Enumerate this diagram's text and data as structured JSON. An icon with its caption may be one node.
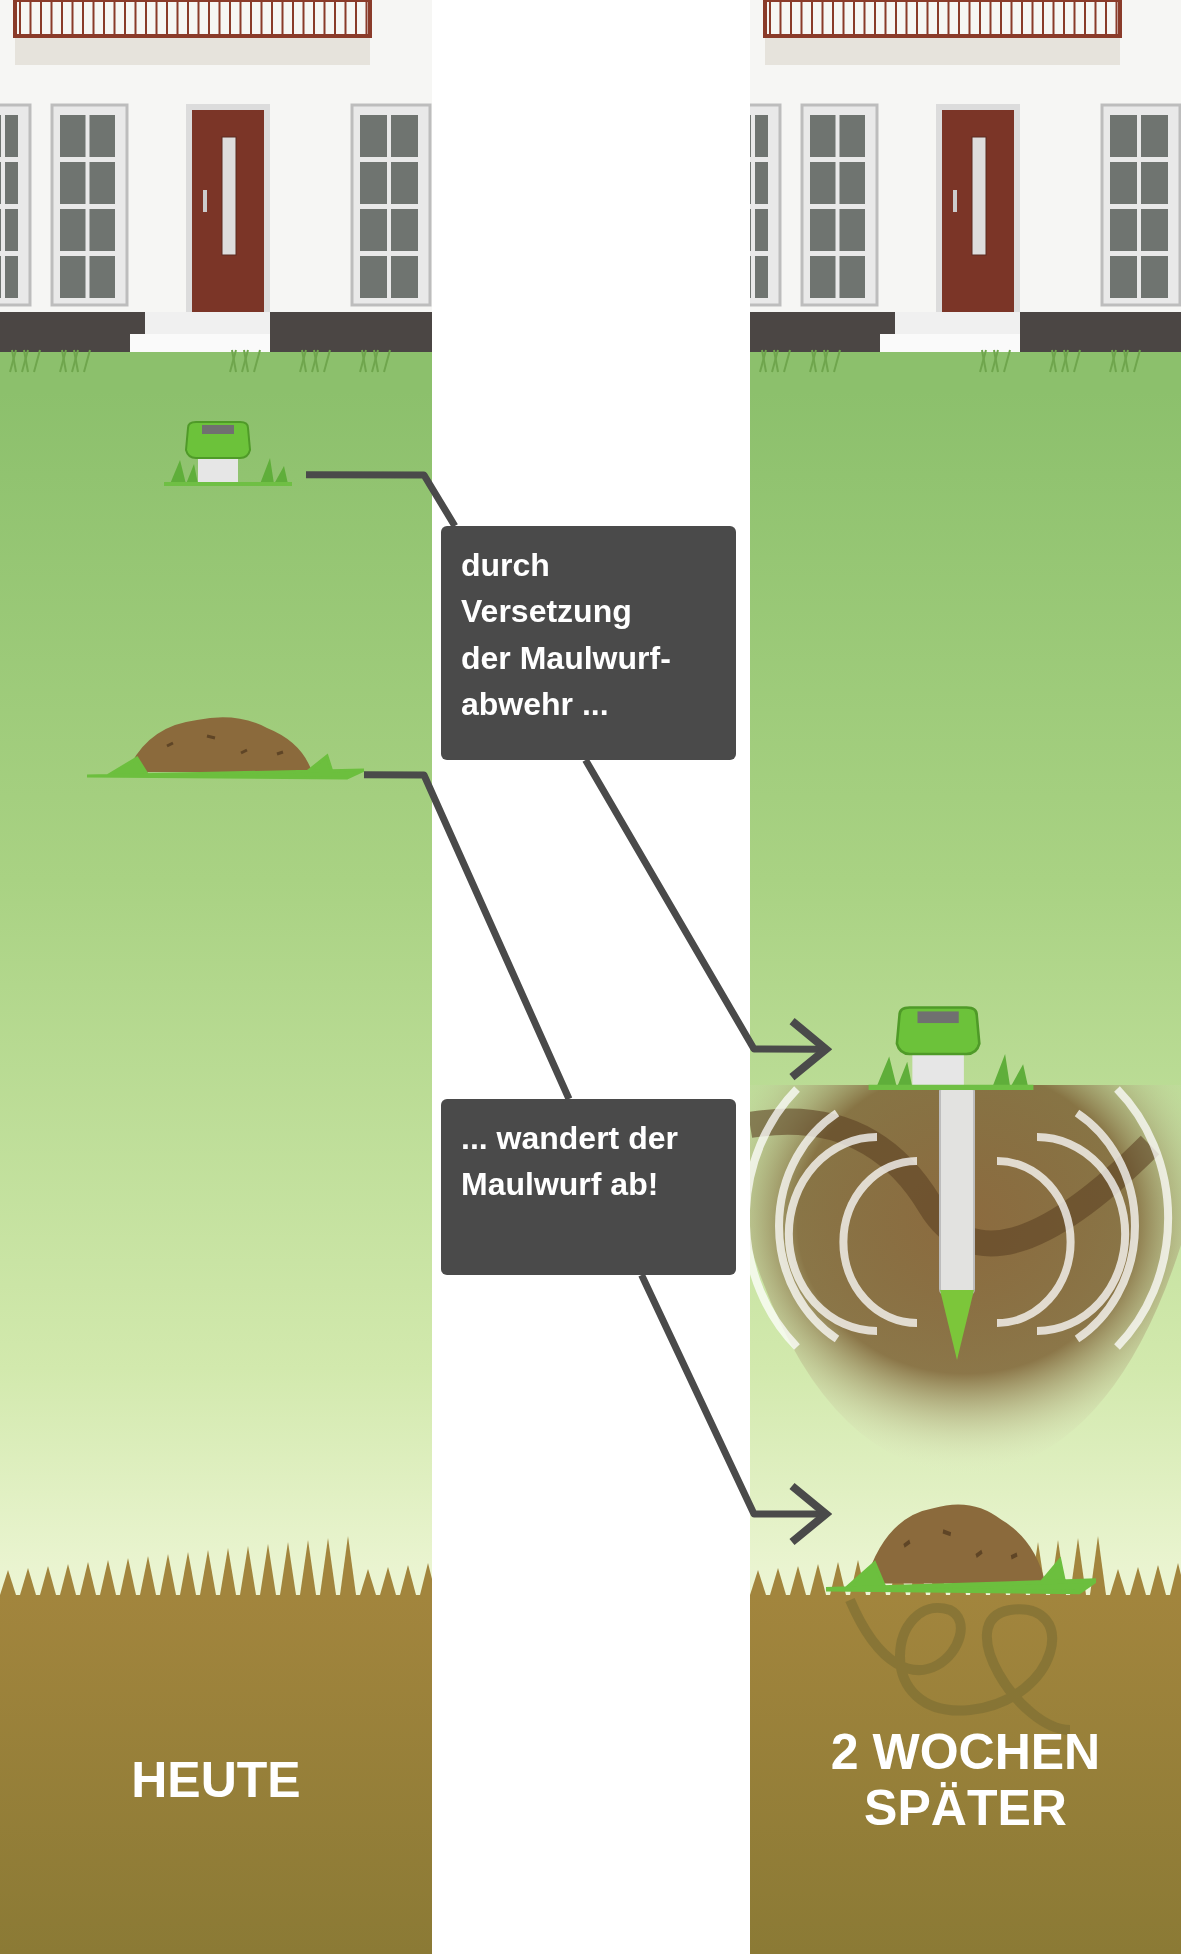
{
  "diagram": {
    "nodes": [
      {
        "text": [
          "HEUTE"
        ]
      },
      {
        "text": [],
        "shape": "picture",
        "in": 0
      },
      {
        "text": [],
        "shape": "picture",
        "in": 0
      },
      {
        "text": [
          "durch Versetzung der Maulwurf-abwehr ..."
        ]
      },
      {
        "text": [
          "... wandert der Maulwurf ab!"
        ]
      },
      {
        "text": [
          "2 WOCHEN SPÄTER"
        ]
      },
      {
        "text": [],
        "shape": "picture",
        "in": 5
      },
      {
        "text": [],
        "shape": "picture",
        "in": 5
      }
    ],
    "edges": [
      {
        "from": 1,
        "to": 3,
        "arrow": "none"
      },
      {
        "from": 3,
        "to": 6,
        "arrow": "to"
      },
      {
        "from": 2,
        "to": 4,
        "arrow": "none"
      },
      {
        "from": 4,
        "to": 7,
        "arrow": "to"
      }
    ]
  }
}
